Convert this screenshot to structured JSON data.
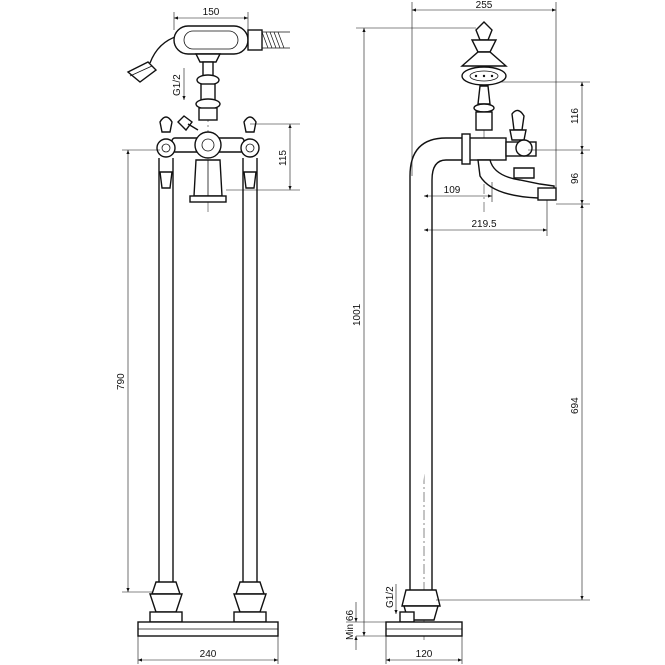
{
  "front_view": {
    "dims": {
      "handshower_width": "150",
      "thread_size": "G1/2",
      "valve_height": "115",
      "pipe_height": "790",
      "base_width": "240"
    }
  },
  "side_view": {
    "dims": {
      "overall_depth": "255",
      "head_height": "116",
      "spout_height": "96",
      "spout_reach": "109",
      "spout_outlet": "219.5",
      "total_height": "1001",
      "spout_elevation": "694",
      "thread_size": "G1/2",
      "min_floor": "Min 66",
      "base_depth": "120"
    }
  }
}
